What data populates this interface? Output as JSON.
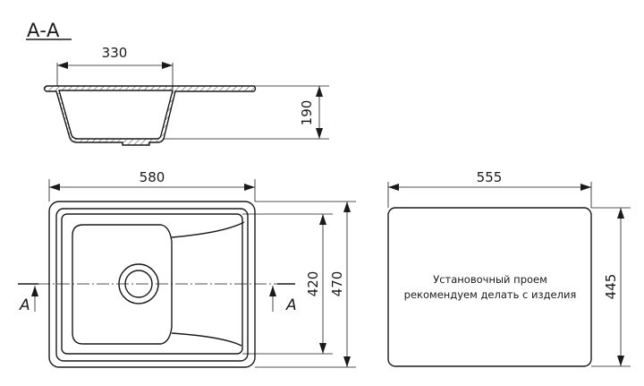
{
  "section_title": "А-А",
  "section_view": {
    "bowl_width_label": "330",
    "depth_label": "190"
  },
  "top_view": {
    "width_label": "580",
    "inner_height_label": "420",
    "outer_height_label": "470",
    "section_marker_left": "A",
    "section_marker_right": "A"
  },
  "cutout_view": {
    "width_label": "555",
    "height_label": "445",
    "note_line1": "Установочный проем",
    "note_line2": "рекомендуем делать с изделия"
  }
}
